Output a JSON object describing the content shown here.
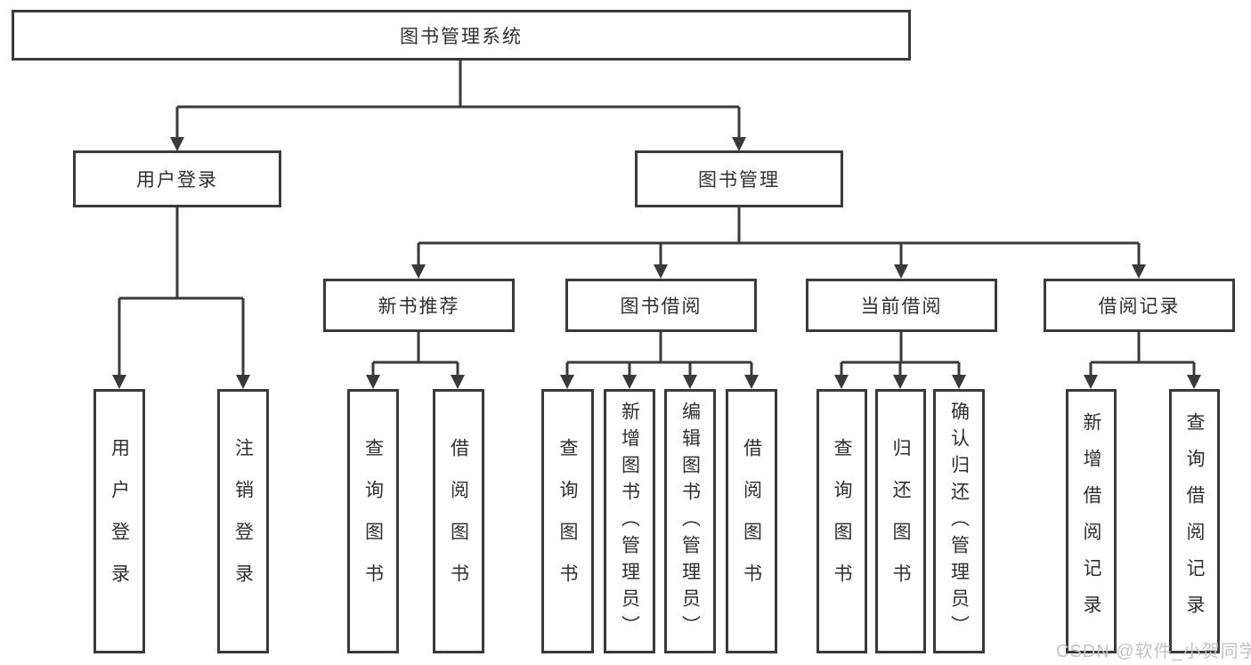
{
  "root": {
    "label": "图书管理系统"
  },
  "branches": [
    {
      "label": "用户登录",
      "children": [
        {
          "label": "用户登录"
        },
        {
          "label": "注销登录"
        }
      ]
    },
    {
      "label": "图书管理",
      "children": [
        {
          "label": "新书推荐",
          "children": [
            {
              "label": "查询图书"
            },
            {
              "label": "借阅图书"
            }
          ]
        },
        {
          "label": "图书借阅",
          "children": [
            {
              "label": "查询图书"
            },
            {
              "label": "新增图书（管理员）"
            },
            {
              "label": "编辑图书（管理员）"
            },
            {
              "label": "借阅图书"
            }
          ]
        },
        {
          "label": "当前借阅",
          "children": [
            {
              "label": "查询图书"
            },
            {
              "label": "归还图书"
            },
            {
              "label": "确认归还（管理员）"
            }
          ]
        },
        {
          "label": "借阅记录",
          "children": [
            {
              "label": "新增借阅记录"
            },
            {
              "label": "查询借阅记录"
            }
          ]
        }
      ]
    }
  ],
  "watermark": "CSDN @软件_小贺同学",
  "colors": {
    "line": "#3a3a3a",
    "box_border": "#3a3a3a",
    "box_fill": "#ffffff",
    "text": "#2f2f2f",
    "watermark": "#c3c3c3",
    "background": "#ffffff"
  }
}
